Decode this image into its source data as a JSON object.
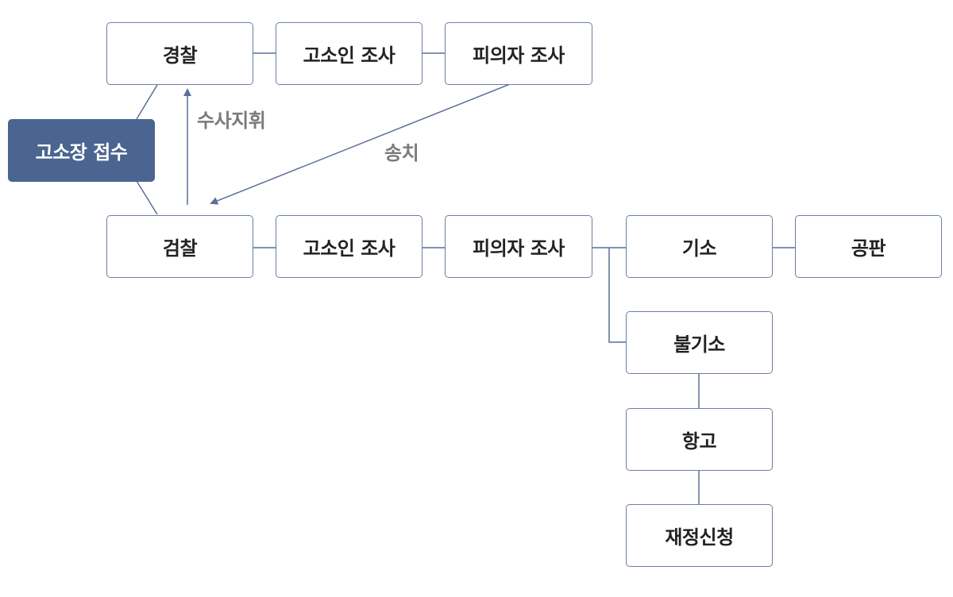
{
  "nodes": {
    "police": "경찰",
    "police_complainant": "고소인 조사",
    "police_suspect": "피의자 조사",
    "complaint": "고소장 접수",
    "prosecution": "검찰",
    "prosecution_complainant": "고소인 조사",
    "prosecution_suspect": "피의자 조사",
    "indictment": "기소",
    "trial": "공판",
    "non_indictment": "불기소",
    "appeal": "항고",
    "ruling_request": "재정신청"
  },
  "edge_labels": {
    "direction": "수사지휘",
    "transfer": "송치"
  },
  "colors": {
    "start_fill": "#4a6590",
    "box_border": "#6b7ea3",
    "line": "#5a6f99",
    "label_gray": "#7a7a7a"
  }
}
